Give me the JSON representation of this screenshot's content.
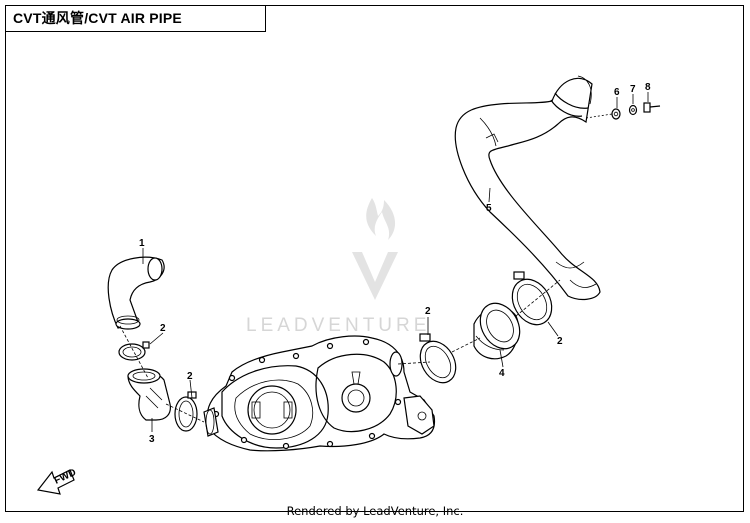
{
  "title": "CVT通风管/CVT AIR PIPE",
  "credit": "Rendered by LeadVenture, Inc.",
  "watermark": "LEADVENTURE",
  "fwd_label": "FWD",
  "callouts": {
    "c1": "1",
    "c2a": "2",
    "c2b": "2",
    "c2c": "2",
    "c2d": "2",
    "c3": "3",
    "c4": "4",
    "c5": "5",
    "c6": "6",
    "c7": "7",
    "c8": "8"
  },
  "colors": {
    "line": "#000000",
    "watermark": "#d6d6d6"
  }
}
